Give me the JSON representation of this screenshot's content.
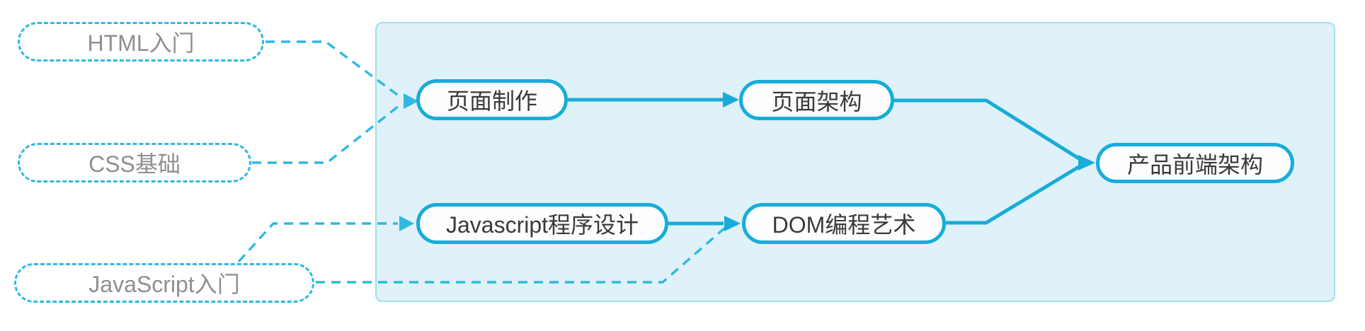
{
  "diagram": {
    "type": "flow-mindmap",
    "colors": {
      "accent_solid": "#18acd8",
      "accent_dashed": "#2fb9e1",
      "panel_fill": "#dff1f9",
      "panel_border": "#a2dfef",
      "node_fill": "#fbfdff",
      "text_gray": "#8f8f8f",
      "text_dark": "#3a3a3a",
      "page_bg": "#ffffff"
    },
    "nodes": [
      {
        "id": "html-intro",
        "label": "HTML入门",
        "style": "dashed",
        "inside_panel": false
      },
      {
        "id": "css-basics",
        "label": "CSS基础",
        "style": "dashed",
        "inside_panel": false
      },
      {
        "id": "js-intro",
        "label": "JavaScript入门",
        "style": "dashed",
        "inside_panel": false
      },
      {
        "id": "page-making",
        "label": "页面制作",
        "style": "solid",
        "inside_panel": true
      },
      {
        "id": "page-architecture",
        "label": "页面架构",
        "style": "solid",
        "inside_panel": true
      },
      {
        "id": "js-programming",
        "label": "Javascript程序设计",
        "style": "solid",
        "inside_panel": true
      },
      {
        "id": "dom-art",
        "label": "DOM编程艺术",
        "style": "solid",
        "inside_panel": true
      },
      {
        "id": "product-frontend",
        "label": "产品前端架构",
        "style": "solid",
        "inside_panel": true
      }
    ],
    "edges": [
      {
        "from": "html-intro",
        "to": "page-making",
        "style": "dashed"
      },
      {
        "from": "css-basics",
        "to": "page-making",
        "style": "dashed"
      },
      {
        "from": "js-intro",
        "to": "js-programming",
        "style": "dashed"
      },
      {
        "from": "js-intro",
        "to": "dom-art",
        "style": "dashed"
      },
      {
        "from": "page-making",
        "to": "page-architecture",
        "style": "solid"
      },
      {
        "from": "js-programming",
        "to": "dom-art",
        "style": "solid"
      },
      {
        "from": "page-architecture",
        "to": "product-frontend",
        "style": "solid"
      },
      {
        "from": "dom-art",
        "to": "product-frontend",
        "style": "solid"
      }
    ]
  }
}
